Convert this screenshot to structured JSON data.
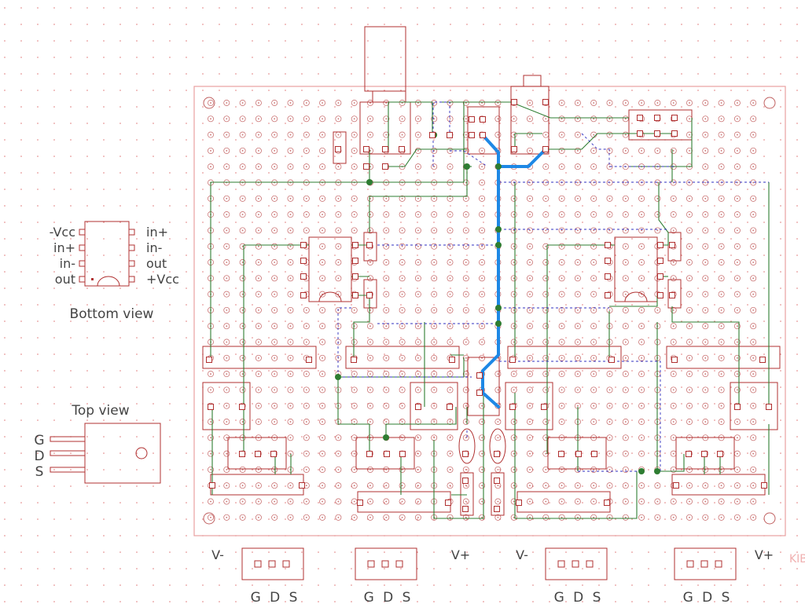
{
  "colors": {
    "background": "#ffffff",
    "grid_dot": "#e07a7a",
    "pcb_outline": "#e8a0a0",
    "pad": "#b03030",
    "component": "#b03030",
    "wire": "#2e7d32",
    "dashed_wire": "#3030c0",
    "highlight_trace": "#1e88e5",
    "label_text": "#444444",
    "watermark": "#f0b0b0"
  },
  "opamp_legend": {
    "left_pins": [
      "-Vcc",
      "in+",
      "in-",
      "out"
    ],
    "right_pins": [
      "in+",
      "in-",
      "out",
      "+Vcc"
    ],
    "caption": "Bottom view"
  },
  "transistor_legend": {
    "caption": "Top view",
    "pins": [
      "G",
      "D",
      "S"
    ]
  },
  "bottom_labels": {
    "v_minus": "V-",
    "v_plus": "V+",
    "gds": "G D S"
  },
  "watermark": "KIB",
  "icons": [
    "opamp-dip8-icon",
    "mosfet-to220-icon",
    "connector-icon",
    "resistor-icon",
    "audio-jack-icon"
  ]
}
